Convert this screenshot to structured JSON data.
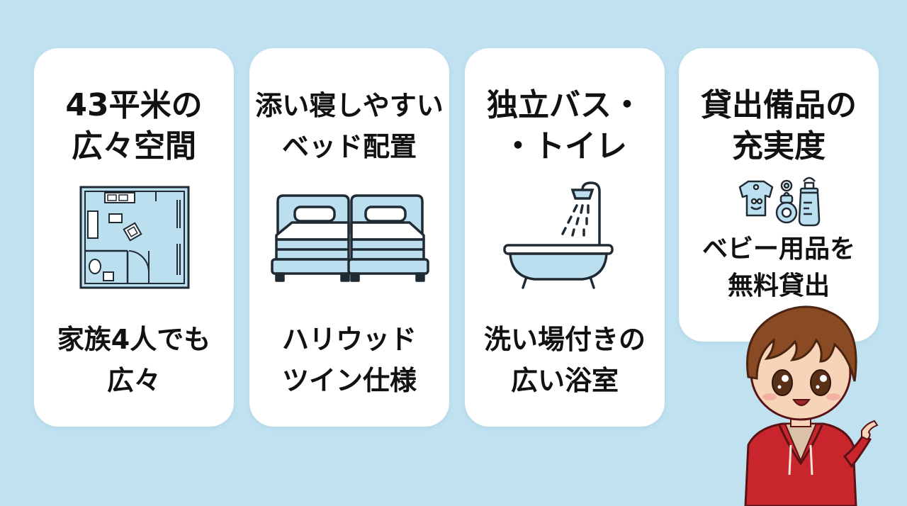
{
  "cards": [
    {
      "title_lines": [
        "43平米の",
        "広々空間"
      ],
      "caption_lines": [
        "家族4人でも",
        "広々"
      ],
      "icon": "floor-plan-icon"
    },
    {
      "title_lines": [
        "添い寝しやすい",
        "ベッド配置"
      ],
      "caption_lines": [
        "ハリウッド",
        "ツイン仕様"
      ],
      "icon": "twin-beds-icon"
    },
    {
      "title_lines": [
        "独立バス・",
        "・トイレ"
      ],
      "caption_lines": [
        "洗い場付きの",
        "広い浴室"
      ],
      "icon": "bathtub-shower-icon"
    },
    {
      "title_lines": [
        "貸出備品の",
        "充実度"
      ],
      "caption_lines": [
        "ベビー用品を",
        "無料貸出"
      ],
      "icon": "baby-goods-icon"
    }
  ],
  "colors": {
    "background": "#bfe1f0",
    "card": "#ffffff",
    "icon_fill": "#bcdff0",
    "outline": "#1f2a33",
    "jacket": "#c8262c"
  },
  "mascot": "cartoon-boy-pointing"
}
